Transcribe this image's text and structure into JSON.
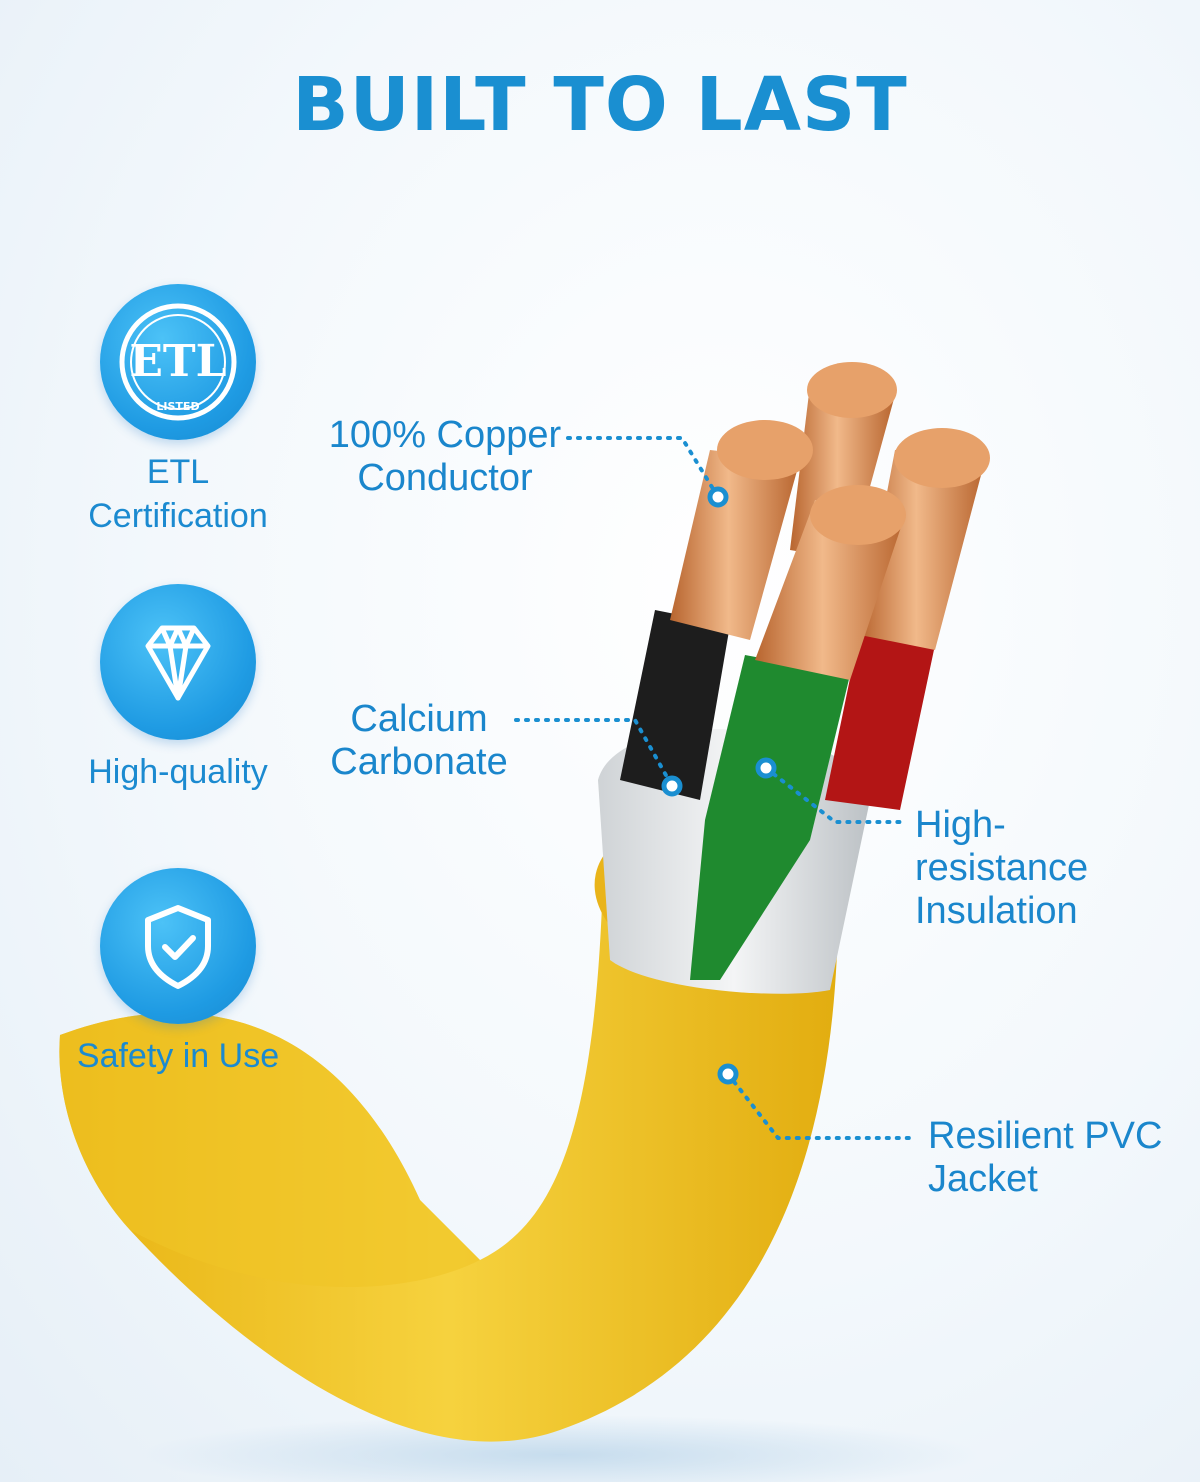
{
  "title": "BUILT TO LAST",
  "features": [
    {
      "icon": "etl-listed-logo",
      "label": "ETL Certification",
      "logo_text": "ETL",
      "logo_subtext": "LISTED"
    },
    {
      "icon": "diamond-icon",
      "label": "High-quality"
    },
    {
      "icon": "shield-check-icon",
      "label": "Safety in Use"
    }
  ],
  "callouts": {
    "copper": "100% Copper Conductor",
    "calcium": "Calcium Carbonate",
    "insulation": "High-resistance Insulation",
    "jacket": "Resilient PVC Jacket"
  },
  "colors": {
    "accent": "#1a8fd1",
    "jacket": "#f2c21a",
    "copper": "#d9905c"
  }
}
